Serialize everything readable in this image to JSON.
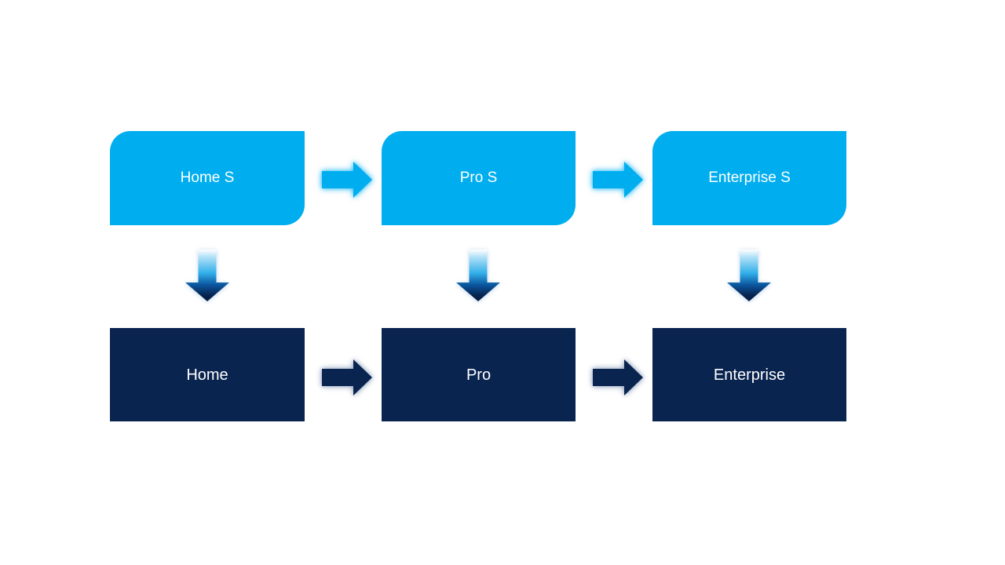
{
  "diagram": {
    "type": "flow-diagram",
    "colors": {
      "accent_light_blue": "#00AEEF",
      "accent_dark_navy": "#0A2450",
      "label_text": "#ffffff",
      "background": "#ffffff"
    },
    "top_row": [
      {
        "label": "Home S"
      },
      {
        "label": "Pro S"
      },
      {
        "label": "Enterprise S"
      }
    ],
    "bottom_row": [
      {
        "label": "Home"
      },
      {
        "label": "Pro"
      },
      {
        "label": "Enterprise"
      }
    ],
    "icons": {
      "right_arrow": "right-arrow-icon",
      "down_arrow": "down-arrow-icon"
    }
  }
}
